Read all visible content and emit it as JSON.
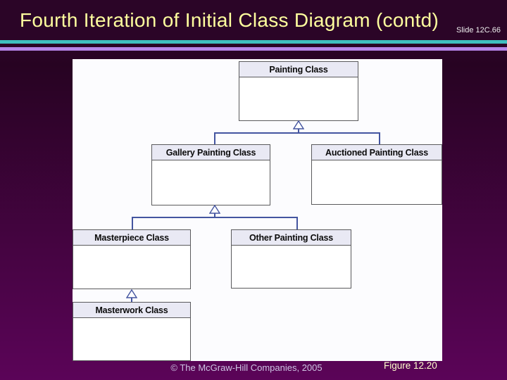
{
  "slide": {
    "title": "Fourth Iteration of Initial Class Diagram (contd)",
    "slide_number": "Slide 12C.66",
    "copyright": "© The McGraw-Hill Companies, 2005",
    "figure_label": "Figure 12.20"
  },
  "diagram": {
    "type": "uml-class-inheritance",
    "classes": [
      {
        "id": "painting",
        "label": "Painting Class"
      },
      {
        "id": "gallery",
        "label": "Gallery Painting Class"
      },
      {
        "id": "auctioned",
        "label": "Auctioned Painting Class"
      },
      {
        "id": "masterpiece",
        "label": "Masterpiece Class"
      },
      {
        "id": "other",
        "label": "Other Painting Class"
      },
      {
        "id": "masterwork",
        "label": "Masterwork Class"
      }
    ],
    "relationships": [
      {
        "child": "Gallery Painting Class",
        "parent": "Painting Class",
        "type": "generalization"
      },
      {
        "child": "Auctioned Painting Class",
        "parent": "Painting Class",
        "type": "generalization"
      },
      {
        "child": "Masterpiece Class",
        "parent": "Gallery Painting Class",
        "type": "generalization"
      },
      {
        "child": "Other Painting Class",
        "parent": "Gallery Painting Class",
        "type": "generalization"
      },
      {
        "child": "Masterwork Class",
        "parent": "Masterpiece Class",
        "type": "generalization"
      }
    ]
  },
  "colors": {
    "title_text": "#ffff9e",
    "slide_number_text": "#eeeeee",
    "teal_rule": "#3fbfbf",
    "purple_rule": "#b584e8",
    "background_top": "#2b0527",
    "background_bottom": "#5b0458",
    "panel_background": "#fcfcfe",
    "class_header_fill": "#e9e9f4",
    "class_border": "#5a5a5c",
    "connector": "#4455a0",
    "copyright_text": "#cdc3e3",
    "figure_text": "#ffffcc"
  }
}
